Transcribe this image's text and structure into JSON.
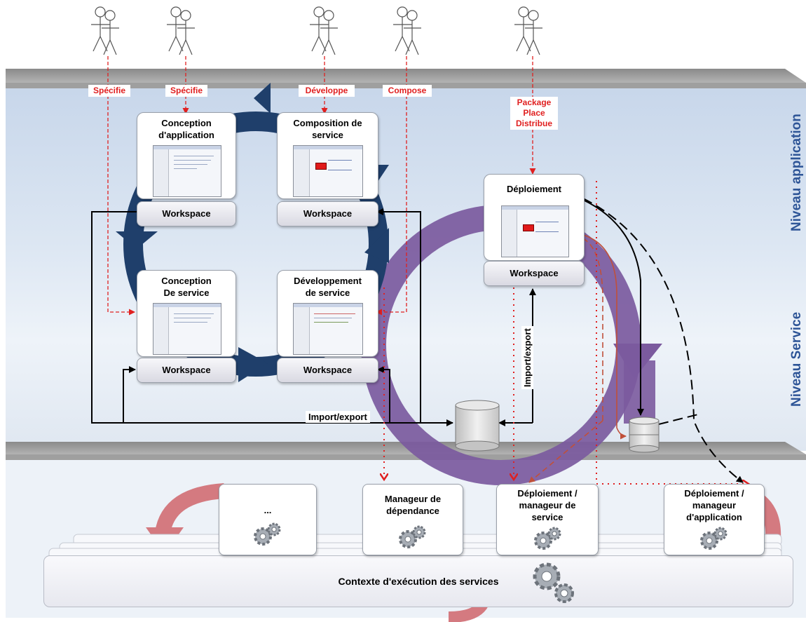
{
  "levels": {
    "application": "Niveau application",
    "service": "Niveau Service"
  },
  "actors": [
    {
      "activity": "Spécifie"
    },
    {
      "activity": "Spécifie"
    },
    {
      "activity": "Développe"
    },
    {
      "activity": "Compose"
    },
    {
      "activity": "Package\nPlace\nDistribue"
    }
  ],
  "tools": [
    {
      "title": "Conception\nd'application",
      "workspace": "Workspace"
    },
    {
      "title": "Composition de\nservice",
      "workspace": "Workspace"
    },
    {
      "title": "Conception\nDe service",
      "workspace": "Workspace"
    },
    {
      "title": "Développement\nde service",
      "workspace": "Workspace"
    },
    {
      "title": "Déploiement",
      "workspace": "Workspace"
    }
  ],
  "import_export": {
    "horizontal": "Import/export",
    "vertical": "Import/export"
  },
  "managers": [
    {
      "title": "..."
    },
    {
      "title": "Manageur de\ndépendance"
    },
    {
      "title": "Déploiement /\nmanageur de\nservice"
    },
    {
      "title": "Déploiement /\nmanageur\nd'application"
    }
  ],
  "runtime": {
    "label": "Contexte d'exécution des services"
  },
  "colors": {
    "band": "#c9d8ea",
    "platform": "#9c9c9c",
    "dev_cycle": "#1f3f6b",
    "deploy_cycle": "#7b5a9e",
    "runtime_cycle": "#d47a80",
    "actor_link": "#e02020",
    "level_text": "#2e5597"
  },
  "icons": [
    "actor-icon",
    "gear-icon",
    "database-icon",
    "screenshot-thumbnail"
  ]
}
